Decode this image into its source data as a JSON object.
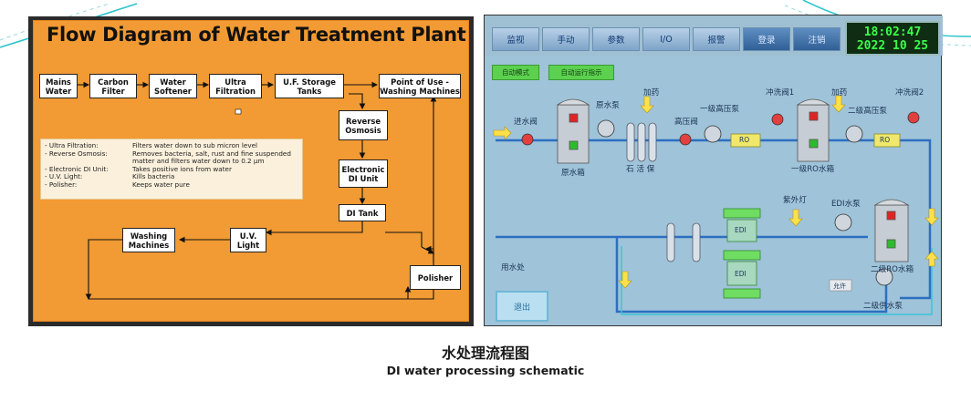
{
  "flow": {
    "title": "Flow Diagram of Water Treatment Plant",
    "boxes": {
      "mains_1": "Mains",
      "mains_2": "Water",
      "carbon_1": "Carbon",
      "carbon_2": "Filter",
      "soft_1": "Water",
      "soft_2": "Softener",
      "ultra_1": "Ultra",
      "ultra_2": "Filtration",
      "storage_1": "U.F. Storage",
      "storage_2": "Tanks",
      "pou_1": "Point of Use -",
      "pou_2": "Washing Machines",
      "ro_1": "Reverse",
      "ro_2": "Osmosis",
      "edi_1": "Electronic",
      "edi_2": "DI Unit",
      "di_tank": "DI Tank",
      "washing_1": "Washing",
      "washing_2": "Machines",
      "uv_1": "U.V.",
      "uv_2": "Light",
      "polisher": "Polisher"
    },
    "legend": [
      {
        "k": "- Ultra Filtration:",
        "v": "Filters water down to sub micron level"
      },
      {
        "k": "- Reverse Osmosis:",
        "v": "Removes bacteria, salt, rust and fine suspended"
      },
      {
        "k": "",
        "v": "matter and filters water down to 0.2 µm"
      },
      {
        "k": "- Electronic DI Unit:",
        "v": "Takes positive ions from water"
      },
      {
        "k": "- U.V. Light:",
        "v": "Kills bacteria"
      },
      {
        "k": "- Polisher:",
        "v": "Keeps water pure"
      }
    ]
  },
  "hmi": {
    "buttons": [
      "监视",
      "手动",
      "参数",
      "I/O",
      "报警",
      "登录",
      "注销"
    ],
    "clock_time": "18:02:47",
    "clock_date": "2022 10 25",
    "tags": [
      "自动模式",
      "自动运行指示"
    ],
    "labels": {
      "inlet_valve": "进水阀",
      "raw_pump": "原水泵",
      "dosing_1": "加药",
      "dosing_2": "加药",
      "pressure_valve": "高压阀",
      "stage1_hp_pump": "一级高压泵",
      "flush_valve_1": "冲洗阀1",
      "flush_valve_2": "冲洗阀2",
      "stage2_hp_pump": "二级高压泵",
      "raw_tank": "原水箱",
      "filters": "石 活 保",
      "stage1_tank": "一级RO水箱",
      "ro_1": "RO",
      "ro_2": "RO",
      "uv_lamp": "紫外灯",
      "edi_pump": "EDI水泵",
      "edi_1": "EDI",
      "edi_2": "EDI",
      "stage2_tank": "二级RO水箱",
      "use_point": "用水处",
      "allow": "允许",
      "stage2_supply_pump": "二级供水泵",
      "exit": "退出"
    }
  },
  "caption": {
    "cn": "水处理流程图",
    "en": "DI water processing schematic"
  },
  "colors": {
    "flow_bg": "#f29a33",
    "hmi_bg": "#9fc3d8",
    "pipe": "#2c6fc2",
    "clock_text": "#39ff47",
    "tag_green": "#5bd14f",
    "deco_curve": "#2ec4cc"
  }
}
